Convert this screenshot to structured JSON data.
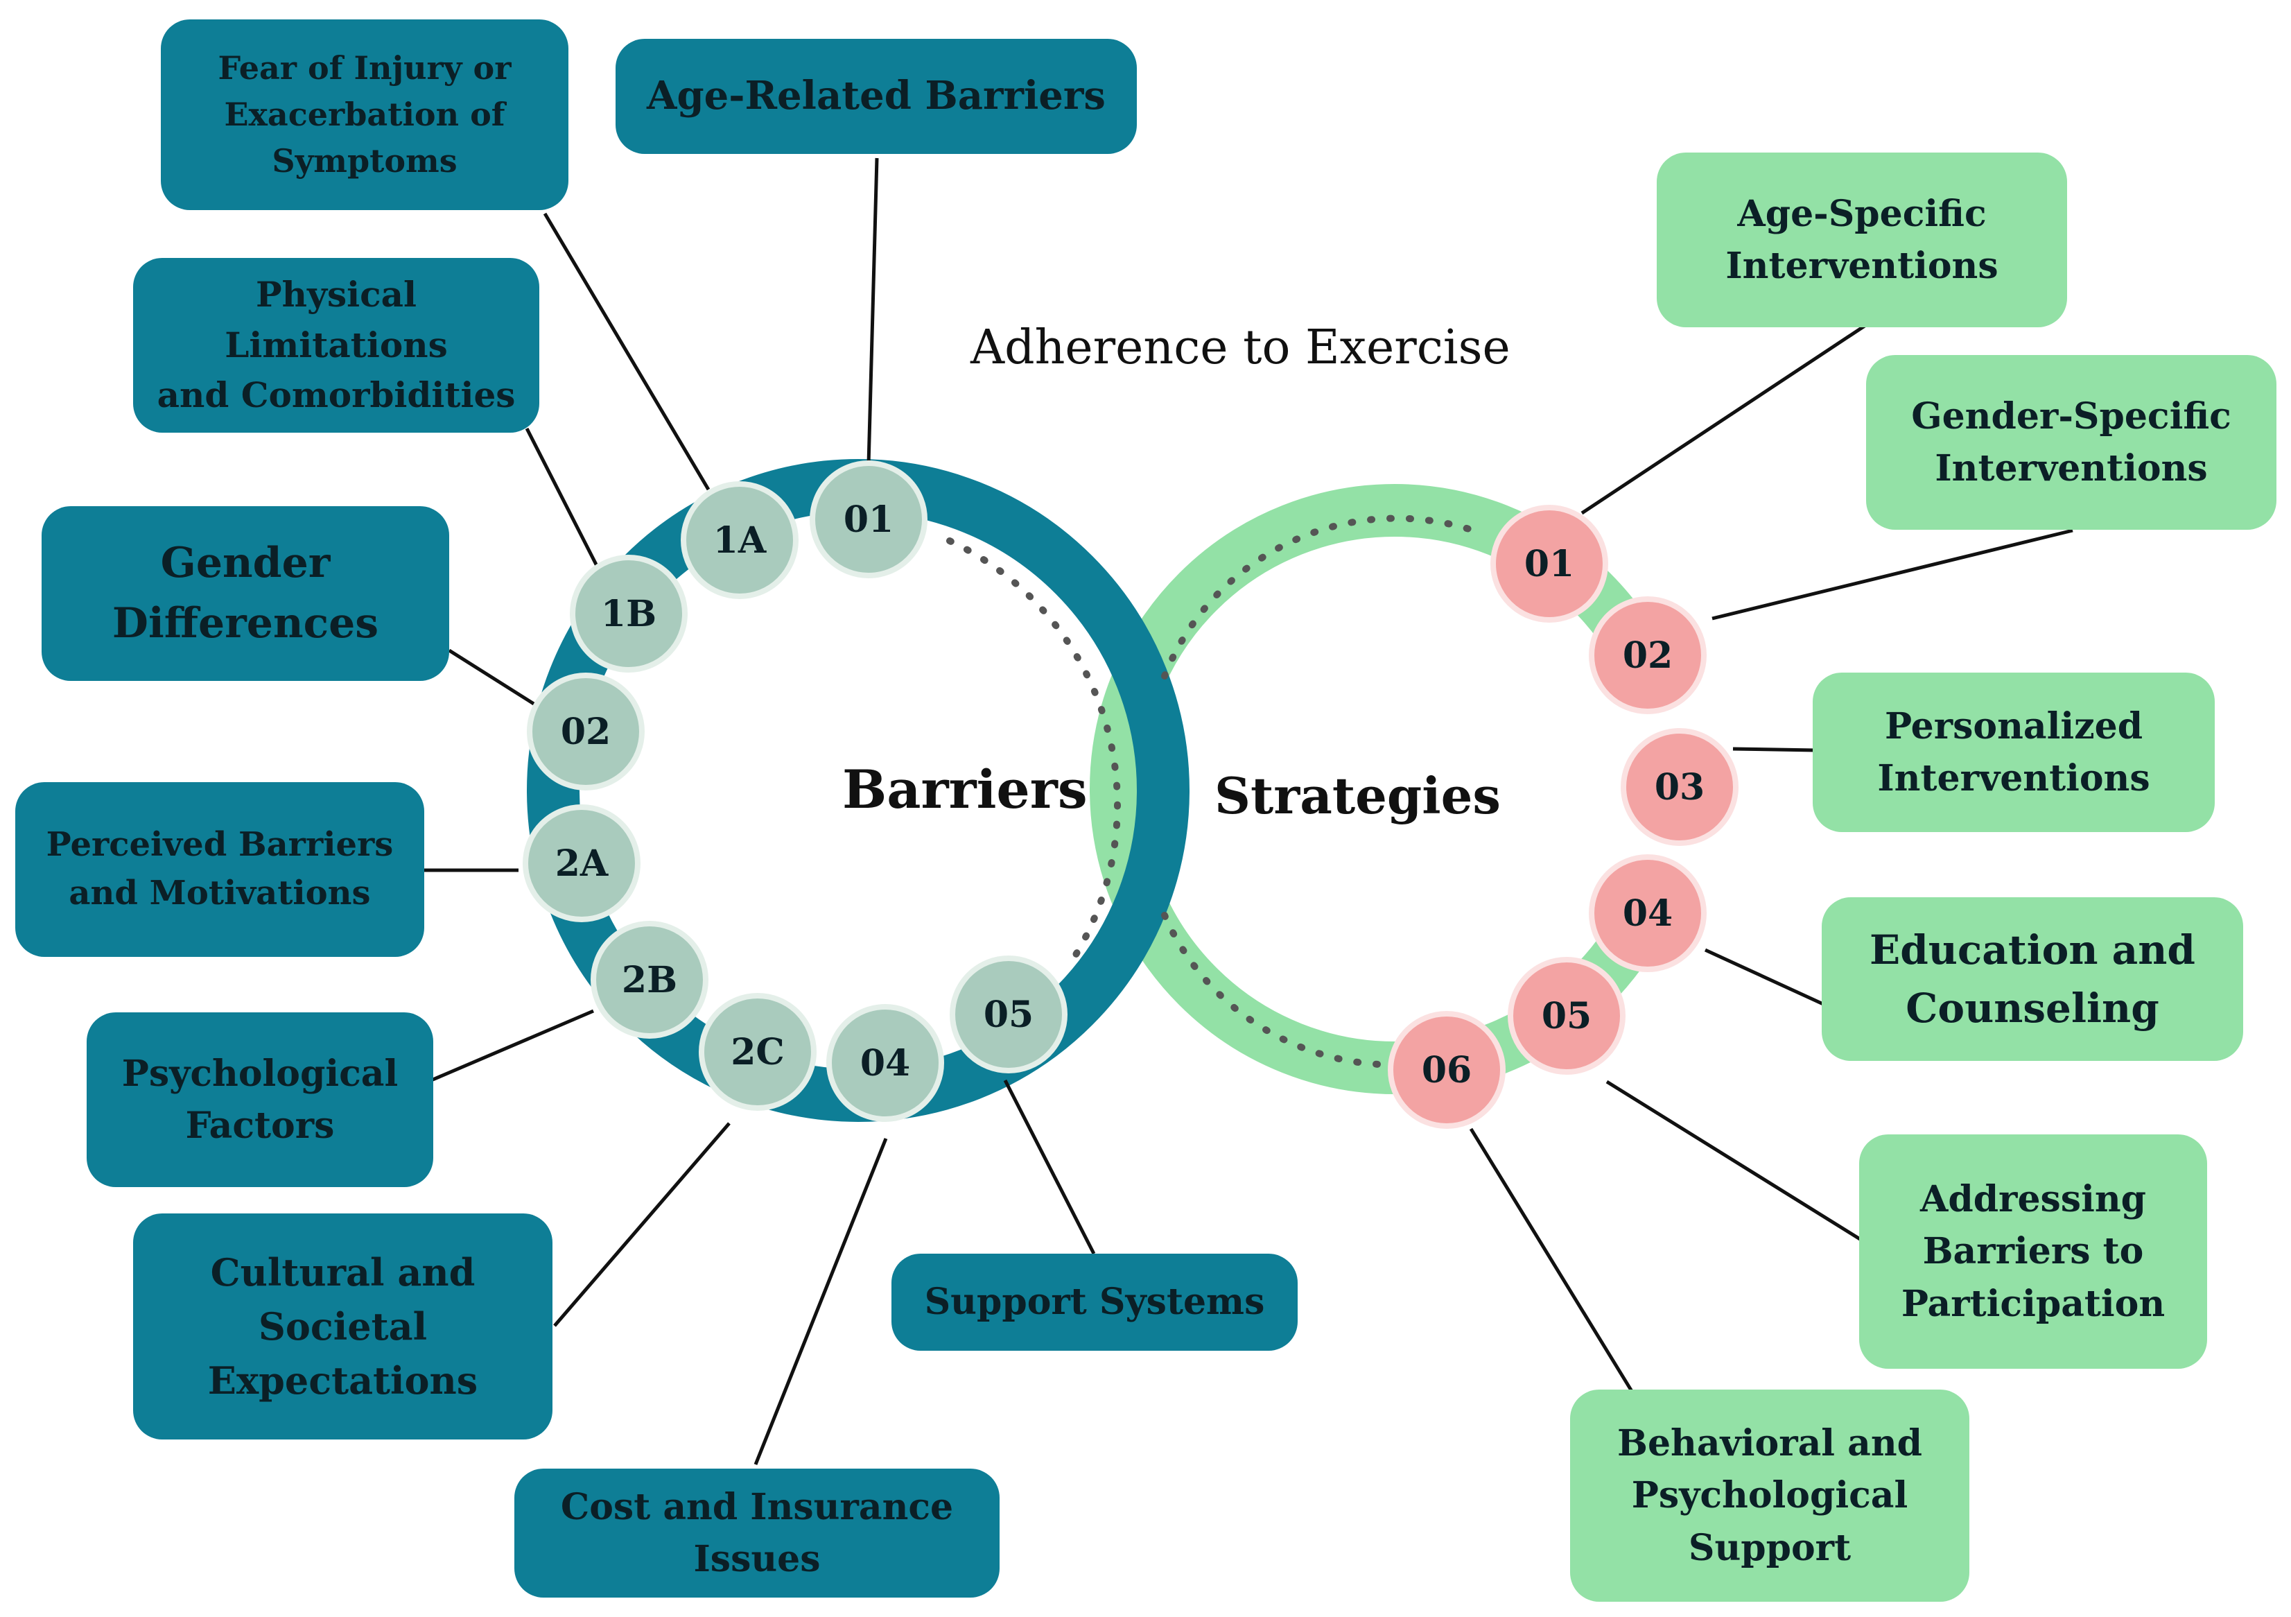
{
  "title": "Adherence to Exercise",
  "barriers": {
    "center_label": "Barriers",
    "ring_color": "#0e7e96",
    "box_color": "#0e7e96",
    "node_color": "#a9cbbd",
    "nodes": [
      "01",
      "1A",
      "1B",
      "02",
      "2A",
      "2B",
      "2C",
      "04",
      "05"
    ],
    "items": [
      "Fear of Injury or\nExacerbation of\nSymptoms",
      "Age-Related Barriers",
      "Physical Limitations\nand Comorbidities",
      "Gender\nDifferences",
      "Perceived Barriers\nand Motivations",
      "Psychological\nFactors",
      "Cultural and\nSocietal\nExpectations",
      "Cost and Insurance\nIssues",
      "Support Systems"
    ]
  },
  "strategies": {
    "center_label": "Strategies",
    "ring_color": "#93e1a6",
    "box_color": "#93e1a6",
    "node_color": "#f3a3a3",
    "nodes": [
      "01",
      "02",
      "03",
      "04",
      "05",
      "06"
    ],
    "items": [
      "Age-Specific\nInterventions",
      "Gender-Specific\nInterventions",
      "Personalized\nInterventions",
      "Education and\nCounseling",
      "Addressing\nBarriers to\nParticipation",
      "Behavioral and\nPsychological\nSupport"
    ]
  }
}
